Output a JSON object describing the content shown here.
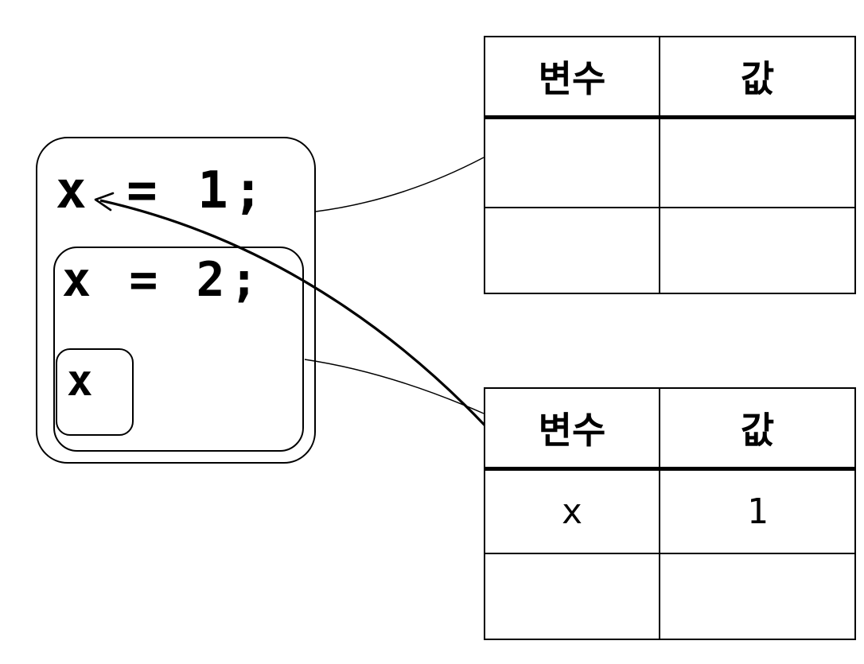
{
  "colors": {
    "line": "#000000",
    "background": "#ffffff"
  },
  "scopes": {
    "outer": {
      "code": "x = 1;"
    },
    "inner": {
      "code": "x = 2;",
      "lookup": "x"
    }
  },
  "tables": {
    "top": {
      "headers": [
        "변수",
        "값"
      ],
      "rows": [
        [
          "",
          ""
        ],
        [
          "",
          ""
        ]
      ]
    },
    "bottom": {
      "headers": [
        "변수",
        "값"
      ],
      "rows": [
        [
          "x",
          "1"
        ],
        [
          "",
          ""
        ]
      ]
    }
  }
}
